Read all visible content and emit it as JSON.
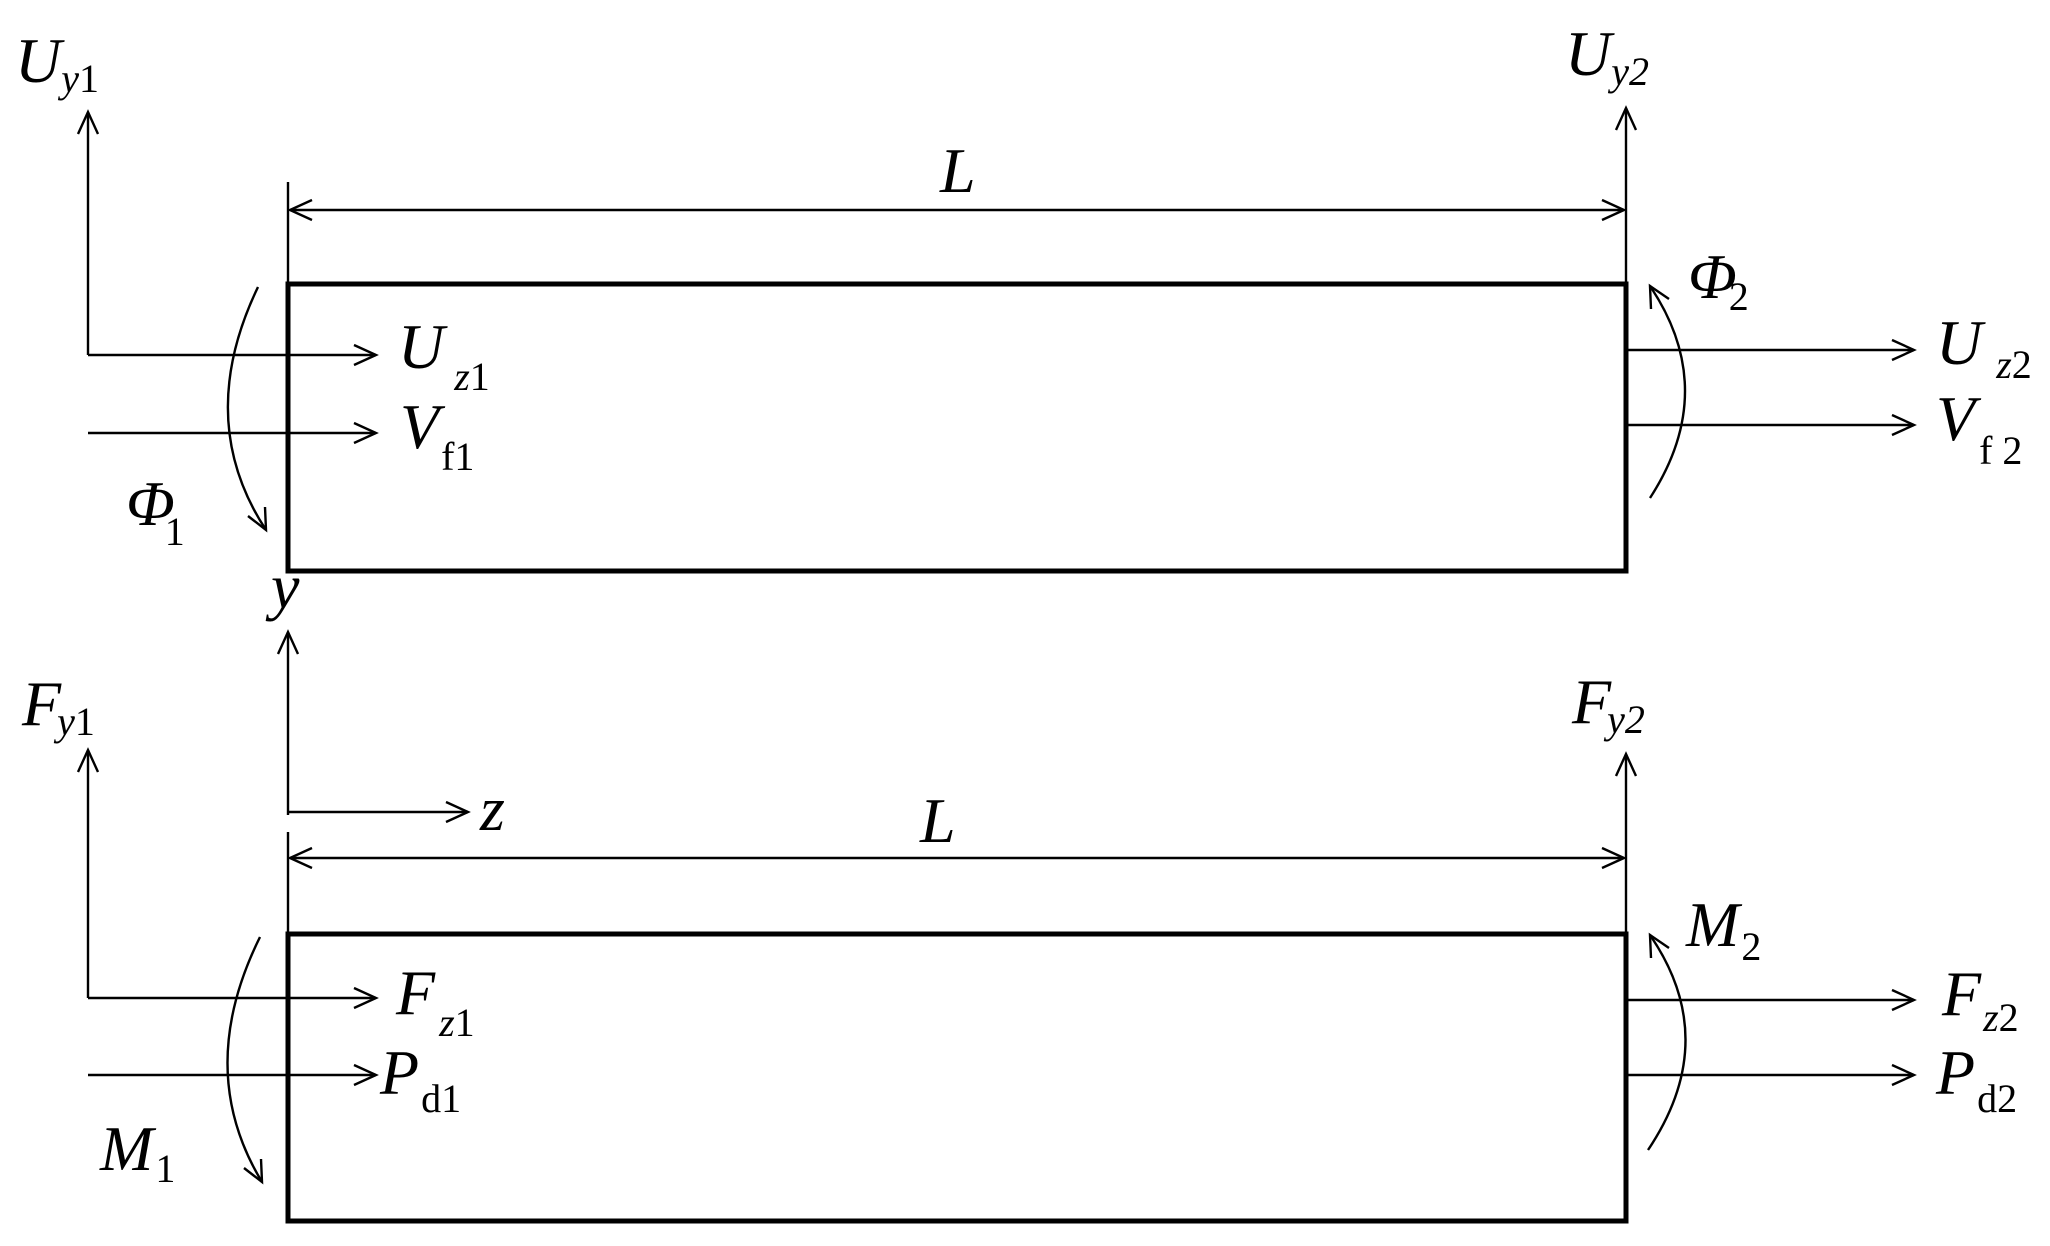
{
  "top": {
    "length": "L",
    "uy1": {
      "main": "U",
      "sub": "y",
      "num": "1"
    },
    "uy2": {
      "main": "U",
      "sub": "y",
      "num": "2"
    },
    "uz1": {
      "main": "U",
      "sub": "z",
      "num": "1"
    },
    "uz2": {
      "main": "U",
      "sub": "z",
      "num": "2"
    },
    "vf1": {
      "main": "V",
      "sub": "f1"
    },
    "vf2": {
      "main": "V",
      "sub": "f 2"
    },
    "phi1": {
      "main": "Φ",
      "sub": "1"
    },
    "phi2": {
      "main": "Φ",
      "sub": "2"
    }
  },
  "axes": {
    "y": "y",
    "z": "z"
  },
  "bottom": {
    "length": "L",
    "fy1": {
      "main": "F",
      "sub": "y",
      "num": "1"
    },
    "fy2": {
      "main": "F",
      "sub": "y",
      "num": "2"
    },
    "fz1": {
      "main": "F",
      "sub": "z",
      "num": "1"
    },
    "fz2": {
      "main": "F",
      "sub": "z",
      "num": "2"
    },
    "pd1": {
      "main": "P",
      "sub": "d1"
    },
    "pd2": {
      "main": "P",
      "sub": "d2"
    },
    "m1": {
      "main": "M",
      "sub": "1"
    },
    "m2": {
      "main": "M",
      "sub": "2"
    }
  }
}
